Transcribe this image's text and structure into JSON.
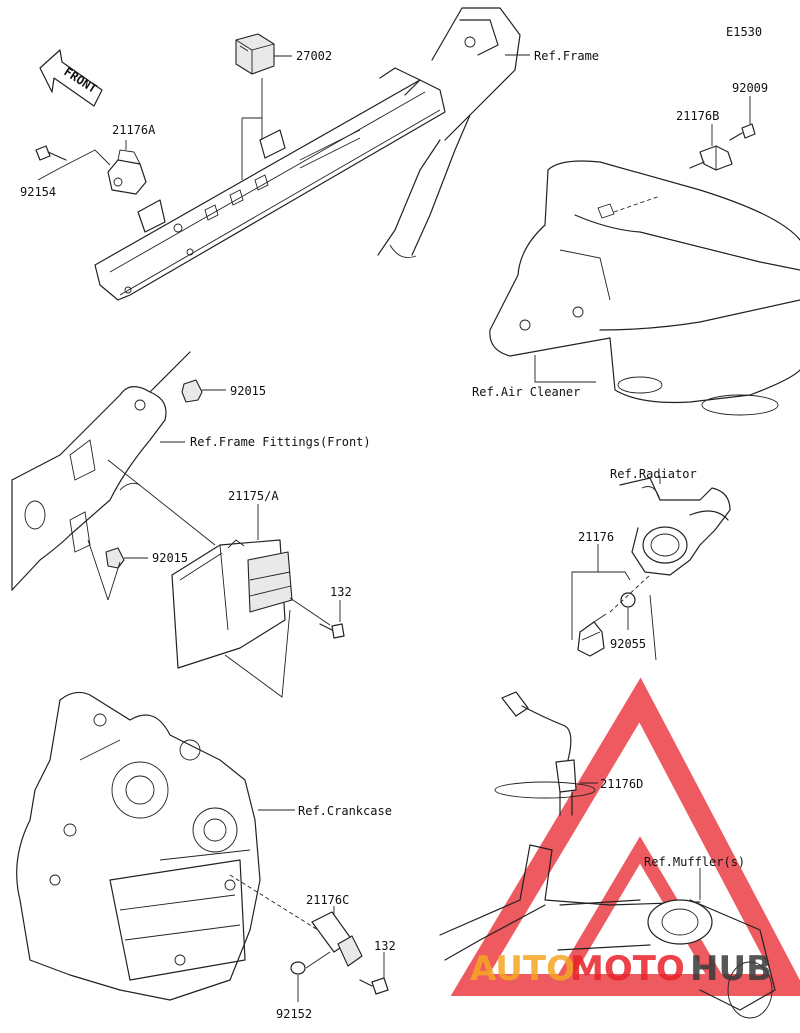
{
  "diagram_code": "E1530",
  "front_label": "FRONT",
  "labels": {
    "p27002": "27002",
    "ref_frame": "Ref.Frame",
    "p92009": "92009",
    "p21176b": "21176B",
    "p21176a": "21176A",
    "p92154": "92154",
    "ref_air_cleaner": "Ref.Air Cleaner",
    "p92015_top": "92015",
    "ref_frame_fittings": "Ref.Frame Fittings(Front)",
    "ref_radiator": "Ref.Radiator",
    "p21175a": "21175/A",
    "p21176": "21176",
    "p92015_bottom": "92015",
    "p132_top": "132",
    "p92055": "92055",
    "p21176d": "21176D",
    "ref_crankcase": "Ref.Crankcase",
    "ref_mufflers": "Ref.Muffler(s)",
    "p21176c": "21176C",
    "p132_bottom": "132",
    "p92152": "92152"
  },
  "watermark": {
    "part1": "AUTO",
    "part2": "MOTO",
    "part3": "HUB",
    "color_orange": "#f5a623",
    "color_red": "#e8232a",
    "color_dark": "#3a3a3a"
  }
}
